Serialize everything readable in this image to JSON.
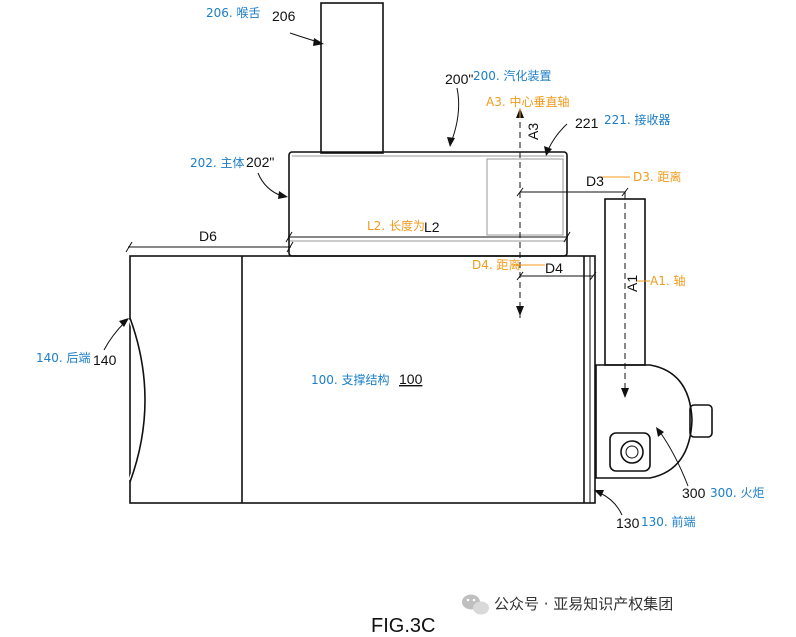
{
  "figure": {
    "caption": "FIG.3C",
    "watermark": "公众号 · 亚易知识产权集团",
    "watermark_icon": "wechat-icon"
  },
  "colors": {
    "blue": "#1a7ec8",
    "orange": "#f29b1d",
    "line": "#111111"
  },
  "labels": {
    "throat": {
      "ref": "206",
      "cn": "206. 喉舌"
    },
    "vaporizer": {
      "ref": "200\"",
      "cn": "200. 汽化装置"
    },
    "vertical_axis": {
      "ref": "A3",
      "cn": "A3. 中心垂直轴"
    },
    "receiver": {
      "ref": "221",
      "cn": "221. 接收器"
    },
    "main_body": {
      "ref": "202\"",
      "cn": "202. 主体"
    },
    "distance_d3": {
      "ref": "D3",
      "cn": "D3. 距离"
    },
    "length_l2": {
      "ref": "L2",
      "cn": "L2. 长度为"
    },
    "distance_d6": {
      "ref": "D6"
    },
    "distance_d4": {
      "ref": "D4",
      "cn": "D4. 距离"
    },
    "axis_a1": {
      "ref": "A1",
      "cn": "A1. 轴"
    },
    "rear_end": {
      "ref": "140",
      "cn": "140. 后端"
    },
    "support_structure": {
      "ref": "100",
      "cn": "100. 支撑结构"
    },
    "torch": {
      "ref": "300",
      "cn": "300. 火炬"
    },
    "front_end": {
      "ref": "130",
      "cn": "130. 前端"
    }
  }
}
